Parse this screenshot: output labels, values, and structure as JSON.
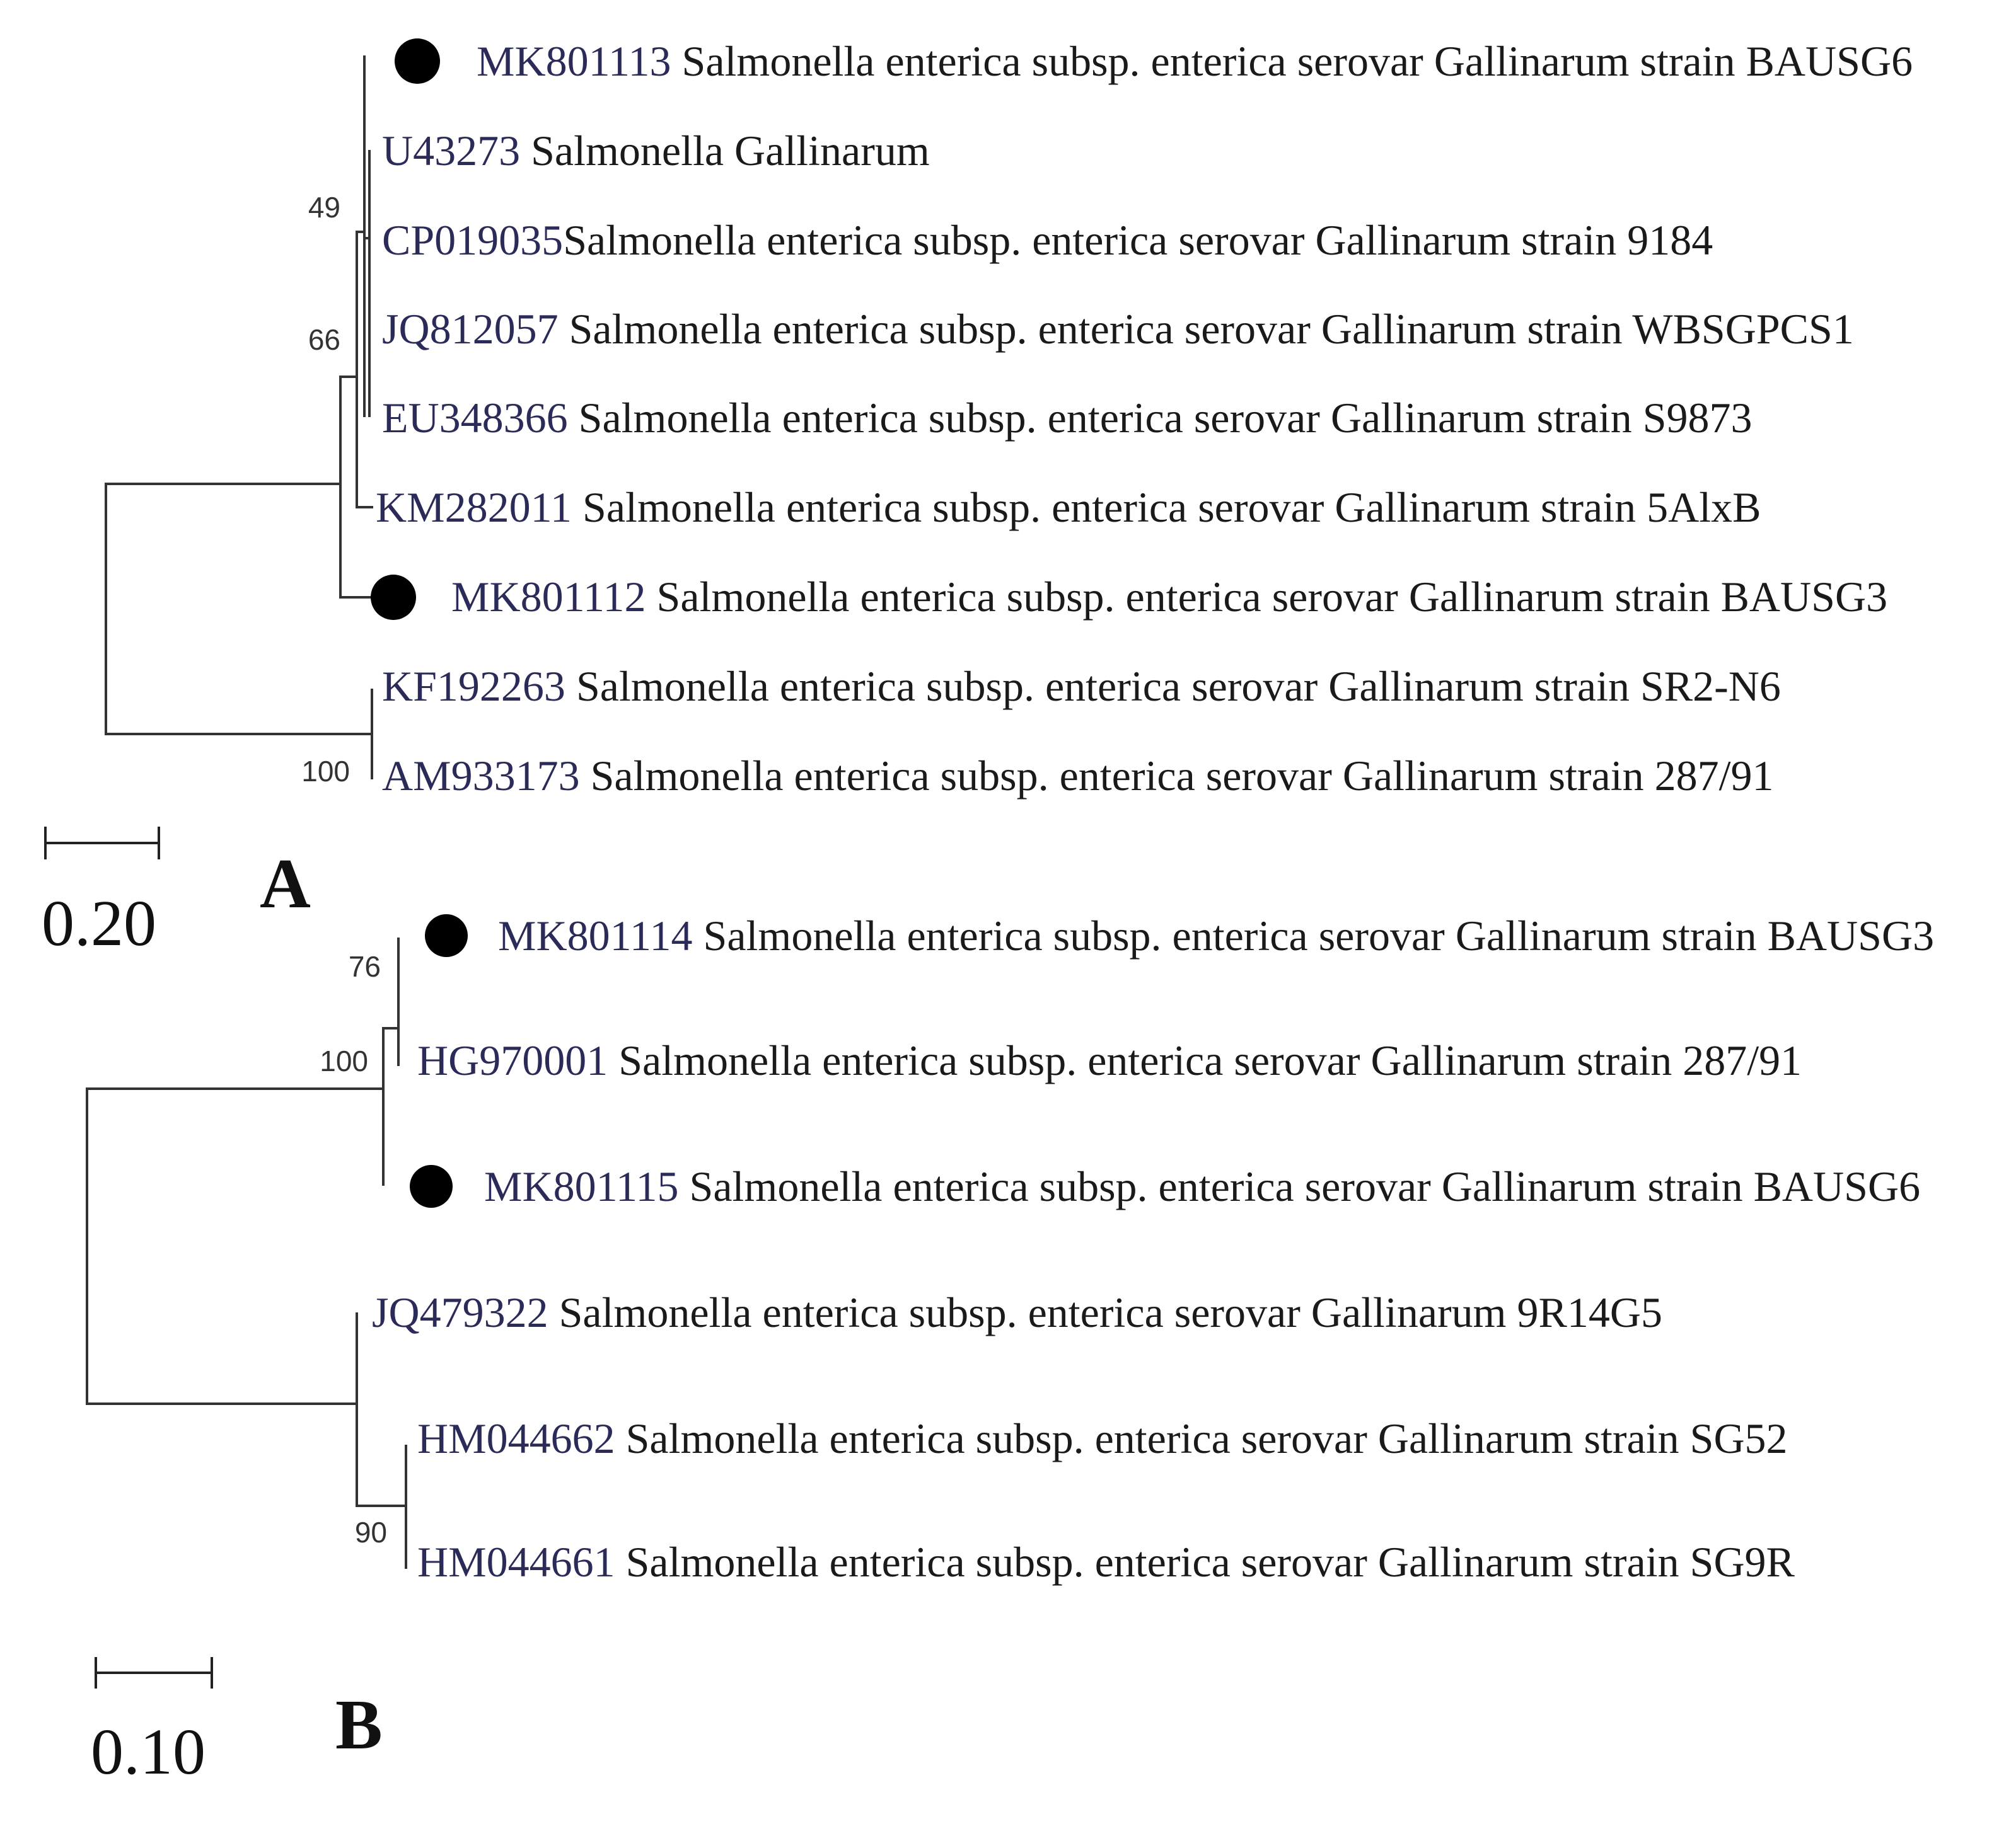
{
  "panels": [
    {
      "id": "A",
      "letter": "A",
      "scale_bar": {
        "value": 0.2,
        "label": "0.20"
      },
      "leaves": [
        {
          "accession": "MK801113",
          "name": "Salmonella enterica subsp. enterica serovar Gallinarum strain BAUSG6",
          "marked": true,
          "joined": false
        },
        {
          "accession": "U43273",
          "name": "Salmonella Gallinarum",
          "marked": false,
          "joined": false
        },
        {
          "accession": "CP019035",
          "name": "Salmonella enterica subsp. enterica serovar Gallinarum strain 9184",
          "marked": false,
          "joined": true
        },
        {
          "accession": "JQ812057",
          "name": "Salmonella enterica subsp. enterica serovar Gallinarum strain WBSGPCS1",
          "marked": false,
          "joined": false
        },
        {
          "accession": "EU348366",
          "name": "Salmonella enterica subsp. enterica serovar Gallinarum strain S9873",
          "marked": false,
          "joined": false
        },
        {
          "accession": "KM282011",
          "name": "Salmonella enterica subsp. enterica serovar Gallinarum strain 5AlxB",
          "marked": false,
          "joined": false
        },
        {
          "accession": "MK801112",
          "name": "Salmonella enterica subsp. enterica serovar Gallinarum strain BAUSG3",
          "marked": true,
          "joined": false
        },
        {
          "accession": "KF192263",
          "name": "Salmonella enterica subsp. enterica serovar Gallinarum strain SR2-N6",
          "marked": false,
          "joined": false
        },
        {
          "accession": "AM933173",
          "name": "Salmonella enterica subsp. enterica serovar Gallinarum strain 287/91",
          "marked": false,
          "joined": false
        }
      ],
      "support_values": [
        "49",
        "66",
        "100"
      ]
    },
    {
      "id": "B",
      "letter": "B",
      "scale_bar": {
        "value": 0.1,
        "label": "0.10"
      },
      "leaves": [
        {
          "accession": "MK801114",
          "name": "Salmonella enterica subsp. enterica serovar Gallinarum strain BAUSG3",
          "marked": true,
          "joined": false
        },
        {
          "accession": "HG970001",
          "name": "Salmonella enterica subsp. enterica serovar Gallinarum strain 287/91",
          "marked": false,
          "joined": false
        },
        {
          "accession": "MK801115",
          "name": "Salmonella enterica subsp. enterica serovar Gallinarum strain BAUSG6",
          "marked": true,
          "joined": false
        },
        {
          "accession": "JQ479322",
          "name": "Salmonella enterica subsp. enterica serovar Gallinarum 9R14G5",
          "marked": false,
          "joined": false
        },
        {
          "accession": "HM044662",
          "name": "Salmonella enterica subsp. enterica serovar Gallinarum strain SG52",
          "marked": false,
          "joined": false
        },
        {
          "accession": "HM044661",
          "name": "Salmonella enterica subsp. enterica serovar Gallinarum strain SG9R",
          "marked": false,
          "joined": false
        }
      ],
      "support_values": [
        "76",
        "100",
        "90"
      ]
    }
  ],
  "colors": {
    "branch": "#333333",
    "marker": "#000000",
    "accession": "#2b2b5a"
  }
}
